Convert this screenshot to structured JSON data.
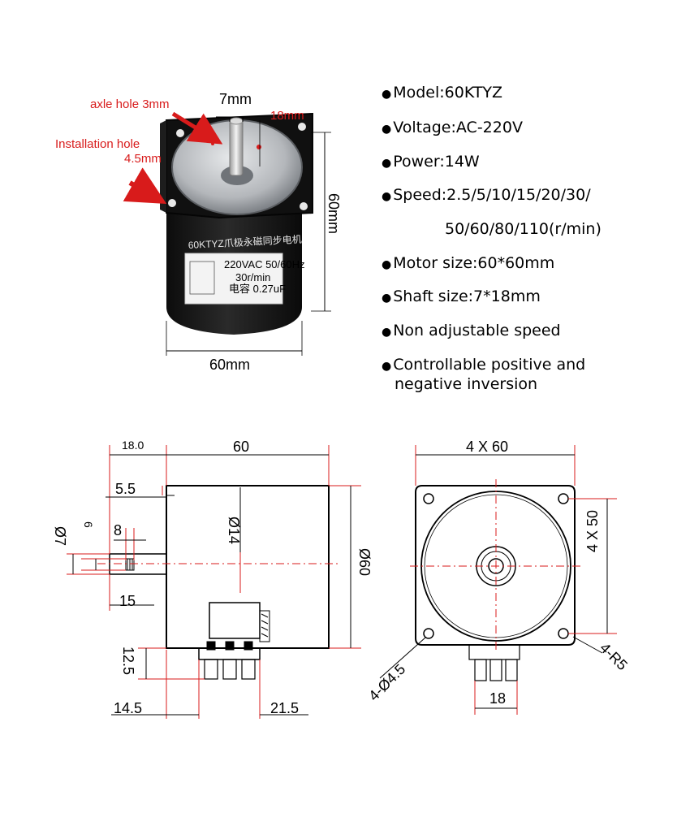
{
  "photo": {
    "axle_hole_label": "axle hole 3mm",
    "shaft_dia_label": "7mm",
    "shaft_len_label": "18mm",
    "install_hole_label_1": "Installation hole",
    "install_hole_label_2": "4.5mm",
    "height_label": "60mm",
    "width_label": "60mm",
    "motor_brand_text": "60KTYZ爪极永磁同步电机",
    "motor_sticker_voltage": "220VAC 50/60Hz",
    "motor_sticker_speed": "30r/min",
    "motor_sticker_cap": "电容 0.27uF"
  },
  "specs": [
    "Model:60KTYZ",
    "Voltage:AC-220V",
    "Power:14W",
    "Speed:2.5/5/10/15/20/30/",
    "50/60/80/110(r/min)",
    "Motor size:60*60mm",
    "Shaft size:7*18mm",
    "Non adjustable speed",
    "Controllable positive and",
    "negative inversion"
  ],
  "side_view": {
    "dim_18": "18.0",
    "dim_60_top": "60",
    "dim_5_5": "5.5",
    "dim_phi7": "Ø7",
    "dim_6": "6",
    "dim_8": "8",
    "dim_phi14": "Ø14",
    "dim_phi60": "Ø60",
    "dim_15": "15",
    "dim_12_5": "12.5",
    "dim_14_5": "14.5",
    "dim_21_5": "21.5"
  },
  "front_view": {
    "dim_4x60": "4 X 60",
    "dim_4x50": "4 X 50",
    "dim_holes": "4-Ø4.5",
    "dim_radius": "4-R5",
    "dim_18": "18"
  },
  "colors": {
    "dimension_red": "#d81b1b",
    "motor_body": "#141414",
    "gear_cover": "#b9bcc0"
  }
}
